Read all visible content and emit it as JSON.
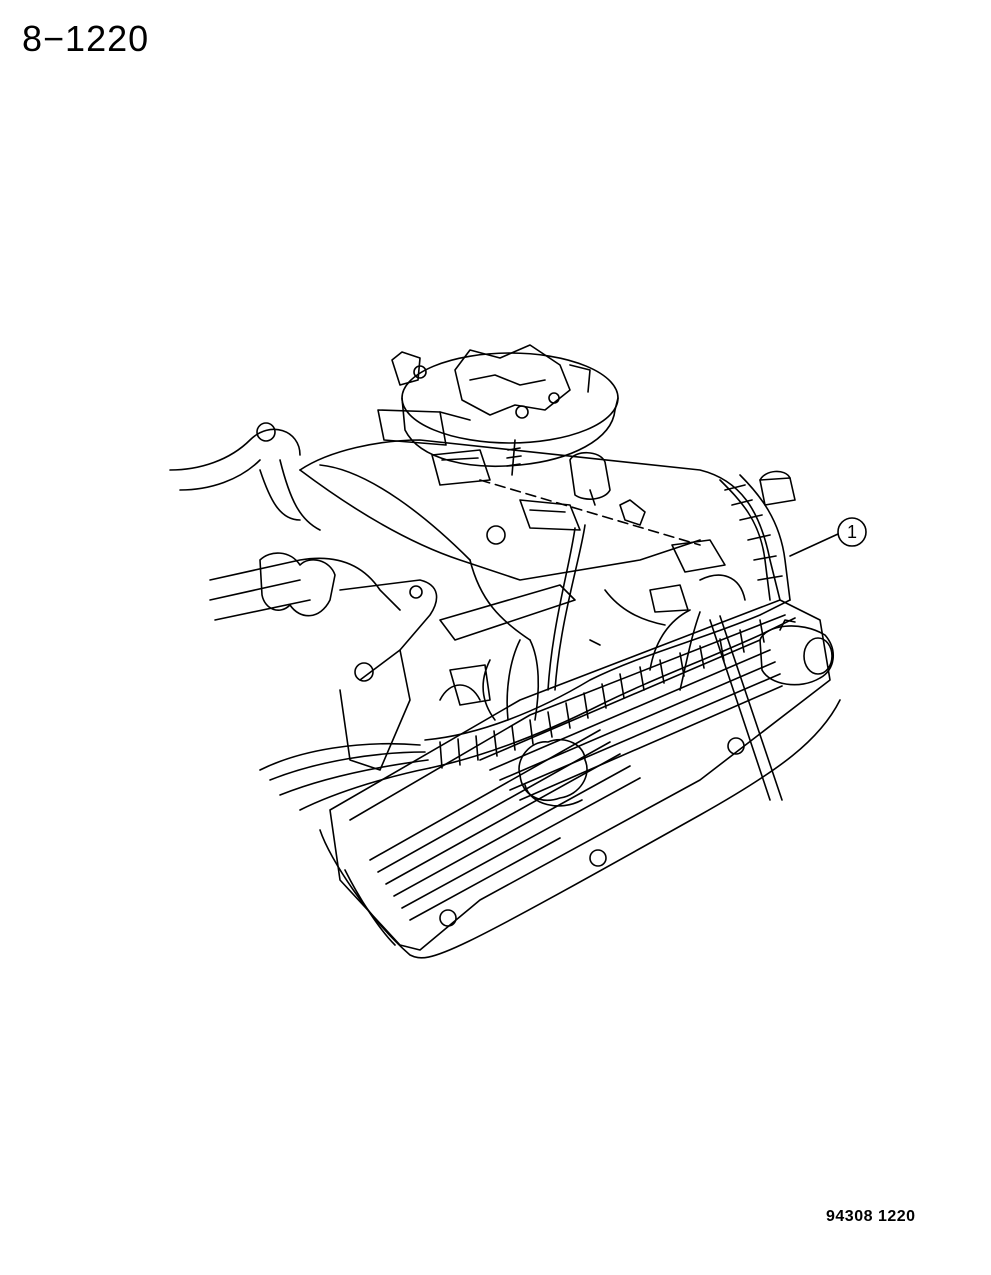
{
  "header": {
    "page_number": "8−1220"
  },
  "callouts": [
    {
      "number": "1"
    }
  ],
  "footer": {
    "figure_code": "94308  1220"
  },
  "colors": {
    "ink": "#000000",
    "paper": "#ffffff"
  }
}
